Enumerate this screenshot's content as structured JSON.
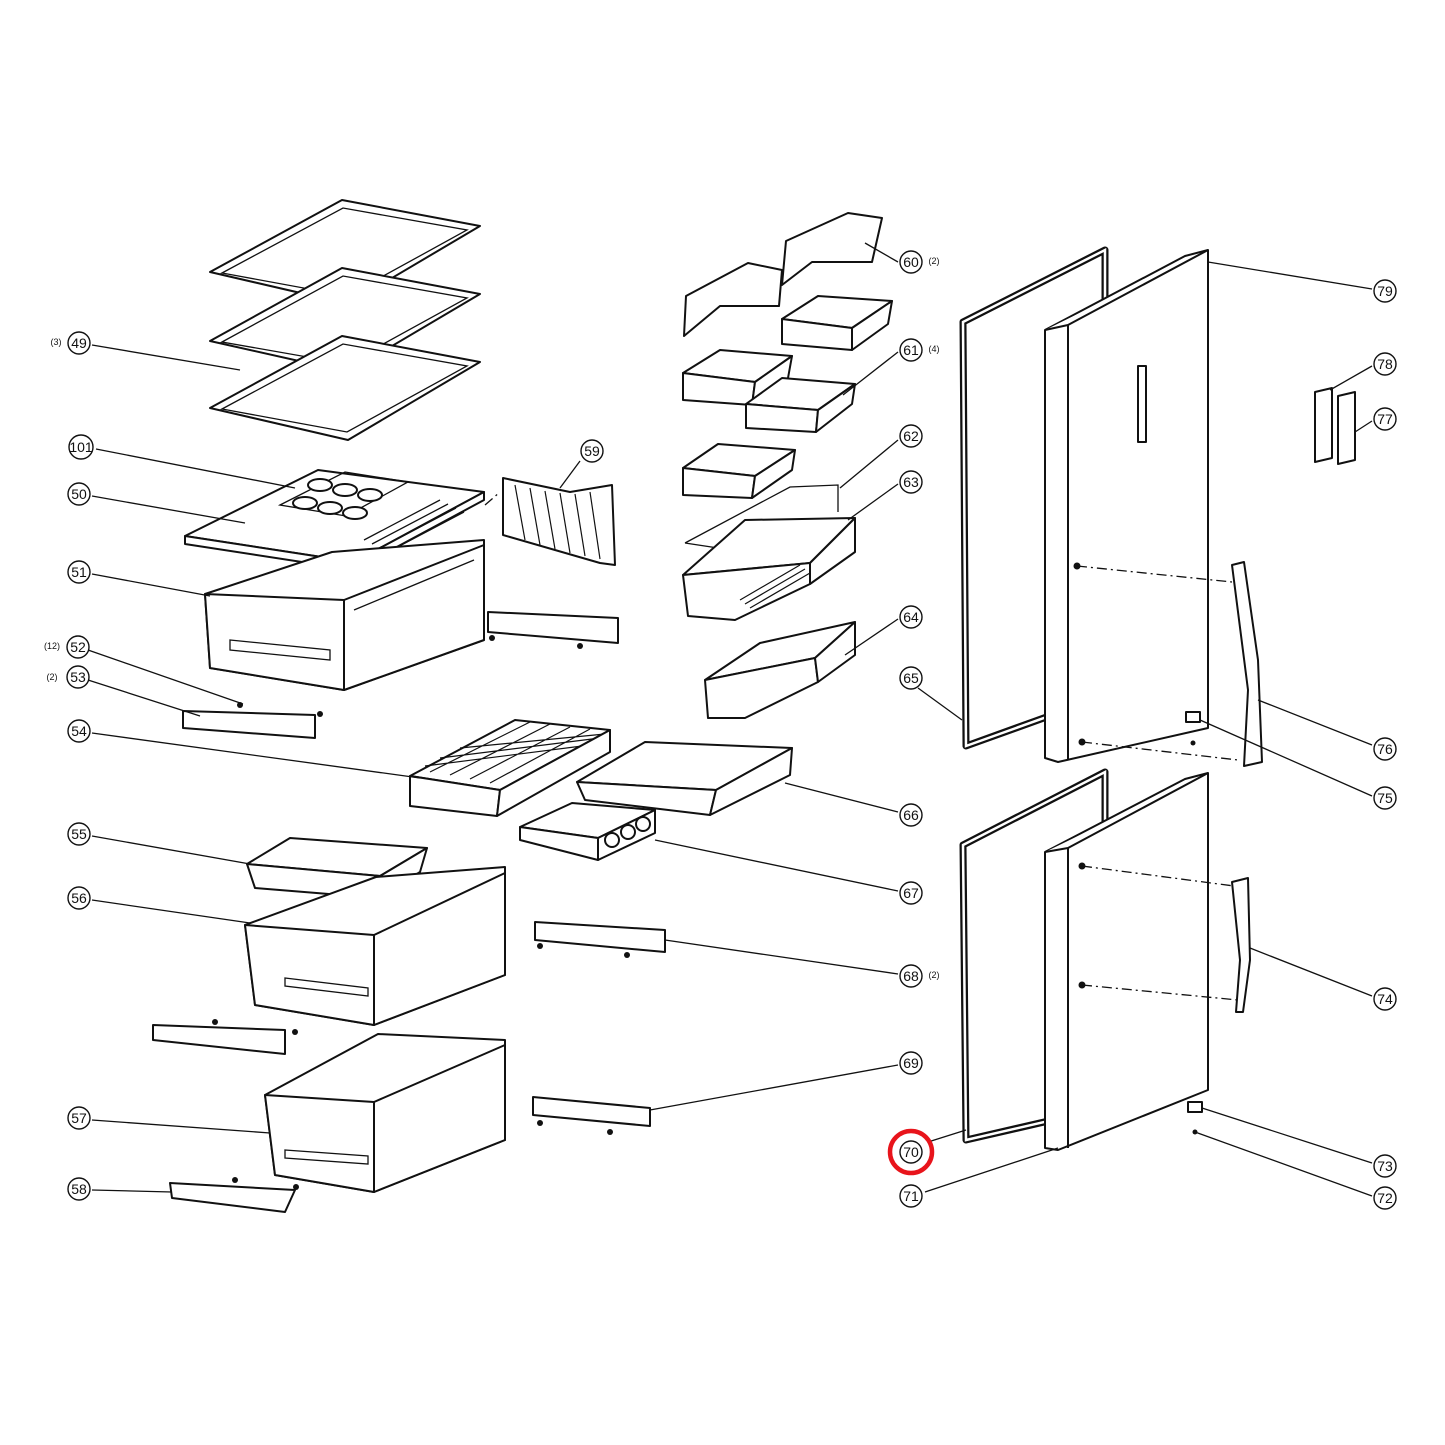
{
  "highlight": {
    "callout": "70",
    "color": "#e8141b"
  },
  "callouts": [
    {
      "id": "49",
      "qty": "(3)"
    },
    {
      "id": "101"
    },
    {
      "id": "50"
    },
    {
      "id": "51"
    },
    {
      "id": "52",
      "qty": "(12)"
    },
    {
      "id": "53",
      "qty": "(2)"
    },
    {
      "id": "54"
    },
    {
      "id": "55"
    },
    {
      "id": "56"
    },
    {
      "id": "57"
    },
    {
      "id": "58"
    },
    {
      "id": "59"
    },
    {
      "id": "60",
      "qty": "(2)"
    },
    {
      "id": "61",
      "qty": "(4)"
    },
    {
      "id": "62"
    },
    {
      "id": "63"
    },
    {
      "id": "64"
    },
    {
      "id": "65"
    },
    {
      "id": "66"
    },
    {
      "id": "67"
    },
    {
      "id": "68",
      "qty": "(2)"
    },
    {
      "id": "69"
    },
    {
      "id": "70"
    },
    {
      "id": "71"
    },
    {
      "id": "72"
    },
    {
      "id": "73"
    },
    {
      "id": "74"
    },
    {
      "id": "75"
    },
    {
      "id": "76"
    },
    {
      "id": "77"
    },
    {
      "id": "78"
    },
    {
      "id": "79"
    }
  ]
}
